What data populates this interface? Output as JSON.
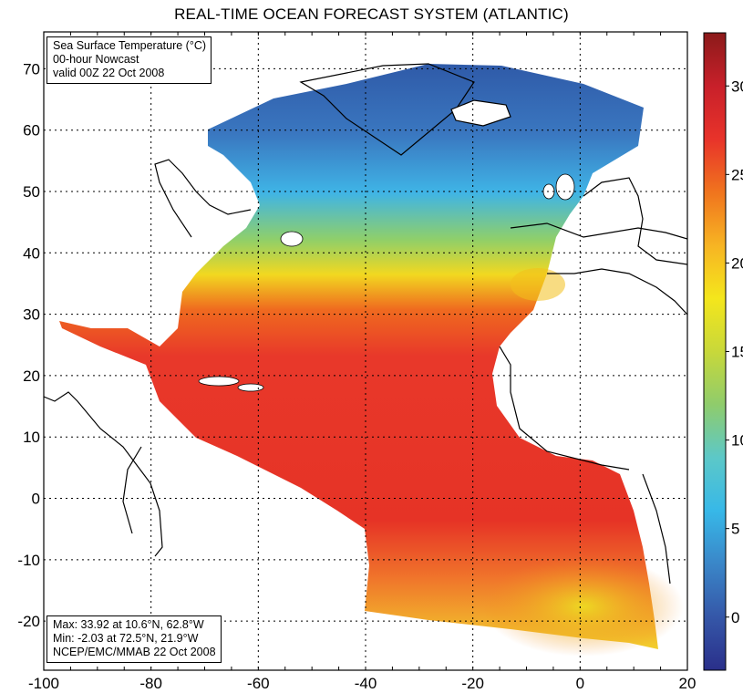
{
  "title": "REAL-TIME OCEAN FORECAST SYSTEM (ATLANTIC)",
  "info_box": {
    "line1": "Sea Surface Temperature (°C)",
    "line2": "00-hour Nowcast",
    "line3": "valid 00Z 22 Oct 2008"
  },
  "stats_box": {
    "line1": "Max: 33.92 at 10.6°N, 62.8°W",
    "line2": "Min: -2.03 at 72.5°N, 21.9°W",
    "line3": "NCEP/EMC/MMAB 22 Oct 2008"
  },
  "axes": {
    "x_ticks": [
      "-100",
      "-80",
      "-60",
      "-40",
      "-20",
      "0",
      "20"
    ],
    "x_values": [
      -100,
      -80,
      -60,
      -40,
      -20,
      0,
      20
    ],
    "y_ticks": [
      "70",
      "60",
      "50",
      "40",
      "30",
      "20",
      "10",
      "0",
      "-10",
      "-20"
    ],
    "y_values": [
      70,
      60,
      50,
      40,
      30,
      20,
      10,
      0,
      -10,
      -20
    ],
    "lon_range": [
      -100,
      20
    ],
    "lat_range": [
      -28,
      76
    ],
    "grid": true
  },
  "colorbar": {
    "ticks": [
      "30",
      "25",
      "20",
      "15",
      "10",
      "5",
      "0"
    ],
    "tick_values": [
      30,
      25,
      20,
      15,
      10,
      5,
      0
    ],
    "range": [
      -3,
      33
    ],
    "stops": [
      "#2a2f8a",
      "#3557a8",
      "#3a86c8",
      "#37b8e8",
      "#5cc8c8",
      "#8fcc6c",
      "#c8d83a",
      "#f4e61c",
      "#f7b423",
      "#f0741e",
      "#e8332a",
      "#c8202a",
      "#8b1a1a"
    ]
  },
  "colors": {
    "cold": "#2f5aa8",
    "cool": "#3fb4e6",
    "mild": "#a6cf49",
    "warm": "#f8d21a",
    "hot": "#e83b22",
    "land_outline": "#000000"
  }
}
